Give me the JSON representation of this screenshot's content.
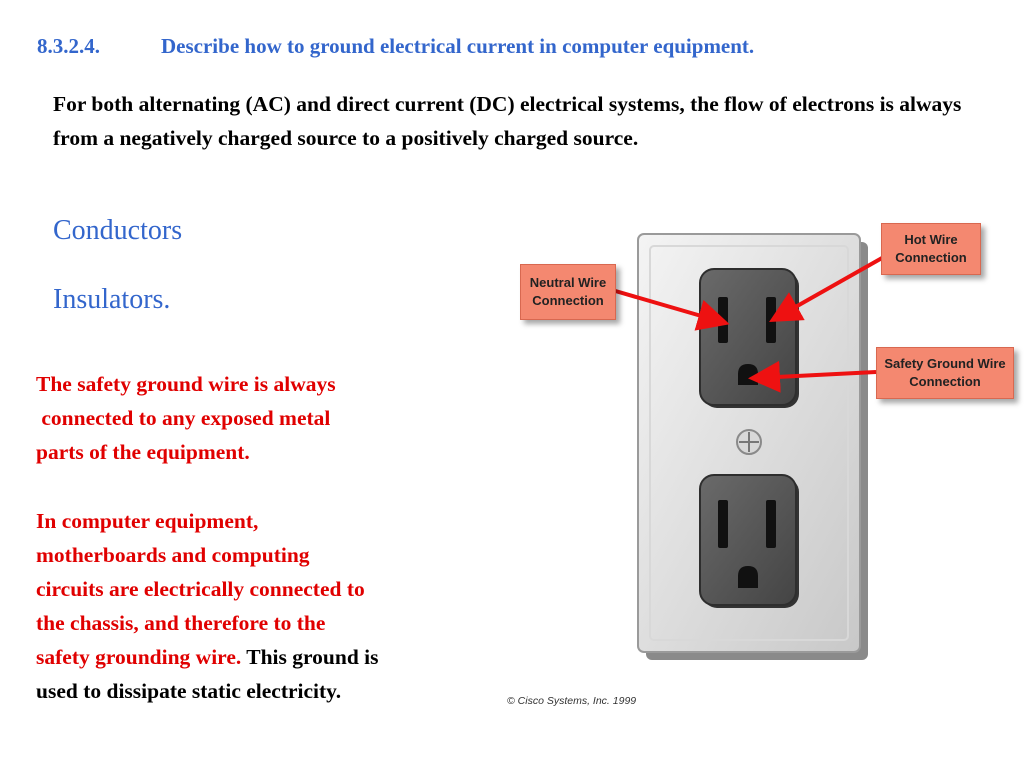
{
  "heading": {
    "number": "8.3.2.4.",
    "title": "Describe how to ground electrical current in computer equipment."
  },
  "intro": "For both alternating (AC) and direct current (DC) electrical systems, the flow of electrons is always from a negatively charged source to a positively charged source.",
  "terms": {
    "conductors": "Conductors",
    "insulators": "Insulators."
  },
  "safety_paragraph": {
    "lines": [
      "The safety ground wire is always",
      " connected to any exposed metal",
      "parts of the equipment."
    ]
  },
  "computer_paragraph": {
    "lines": [
      "In computer equipment,",
      "motherboards and computing",
      "circuits are electrically connected to",
      "the chassis, and therefore to the"
    ],
    "red_tail": "safety grounding wire.",
    "black_tail": " This ground is",
    "black_last_line": "used to dissipate static electricity."
  },
  "diagram": {
    "callouts": {
      "neutral": [
        "Neutral Wire",
        "Connection"
      ],
      "hot": [
        "Hot Wire",
        "Connection"
      ],
      "ground": [
        "Safety Ground Wire",
        "Connection"
      ]
    },
    "copyright": "© Cisco Systems, Inc. 1999"
  },
  "colors": {
    "heading_blue": "#3366cc",
    "red_text": "#e00000",
    "callout_fill": "#f48870",
    "arrow_red": "#ee1111",
    "outlet_gray": "#555555"
  }
}
